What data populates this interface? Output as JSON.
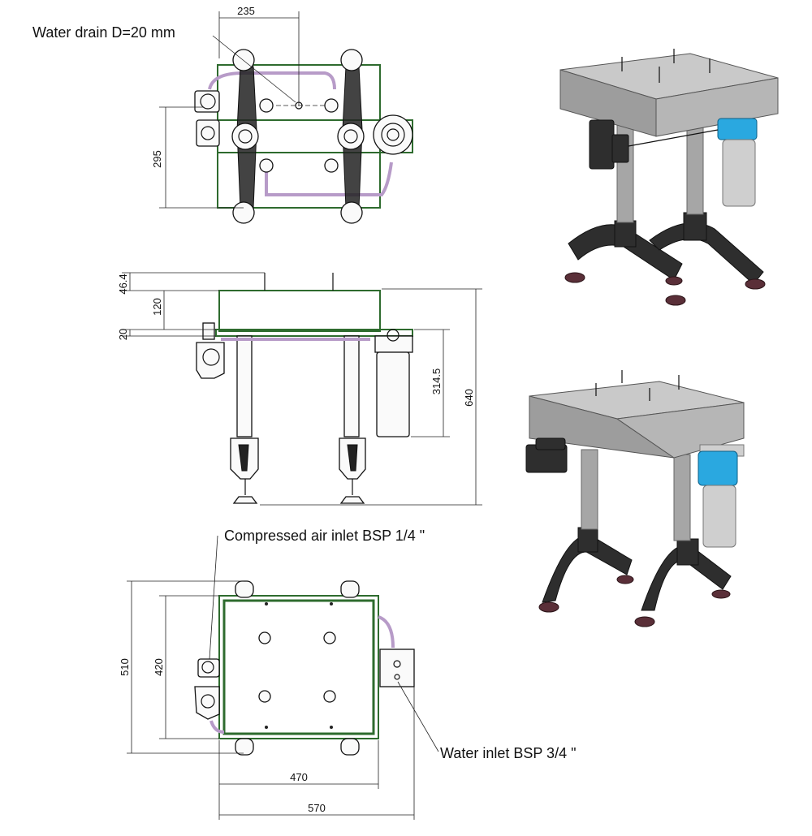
{
  "labels": {
    "water_drain": "Water drain D=20 mm",
    "compressed_air": "Compressed air inlet BSP 1/4 \"",
    "water_inlet": "Water inlet BSP 3/4 \""
  },
  "dimensions": {
    "top_width": "235",
    "top_height": "295",
    "side_pin": "46.4",
    "side_top": "120",
    "side_plate": "20",
    "side_filter": "314.5",
    "side_total": "640",
    "bottom_outer_h": "510",
    "bottom_inner_h": "420",
    "bottom_inner_w": "470",
    "bottom_outer_w": "570"
  },
  "colors": {
    "outline": "#2e6b2e",
    "pipe": "#b79bc8",
    "filter_cap": "#2aa8e0",
    "legs": "#2e2e2e",
    "feet": "#5a2f38"
  }
}
